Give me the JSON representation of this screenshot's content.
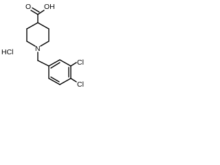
{
  "molecule": {
    "carboxyl_label": "OH",
    "carbonyl_oxygen_label": "O",
    "nitrogen_label": "N",
    "salt_label": "HCl",
    "chlorine_3_label": "Cl",
    "chlorine_4_label": "Cl"
  },
  "colors": {
    "bond": "#000000",
    "text": "#000000",
    "background": "#ffffff"
  }
}
